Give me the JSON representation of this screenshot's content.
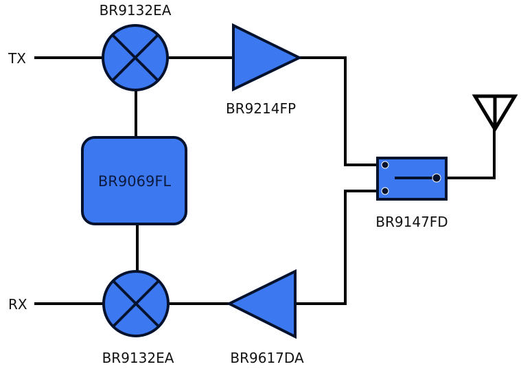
{
  "colors": {
    "component_fill": "#3c78f0",
    "outline": "#05122e",
    "wire": "#000000"
  },
  "ports": {
    "tx": "TX",
    "rx": "RX"
  },
  "components": {
    "tx_mixer": {
      "label": "BR9132EA",
      "type": "mixer"
    },
    "rx_mixer": {
      "label": "BR9132EA",
      "type": "mixer"
    },
    "synthesizer": {
      "label": "BR9069FL",
      "type": "block"
    },
    "power_amp": {
      "label": "BR9214FP",
      "type": "amplifier"
    },
    "lna": {
      "label": "BR9617DA",
      "type": "amplifier"
    },
    "switch": {
      "label": "BR9147FD",
      "type": "switch"
    },
    "antenna": {
      "type": "antenna"
    }
  }
}
